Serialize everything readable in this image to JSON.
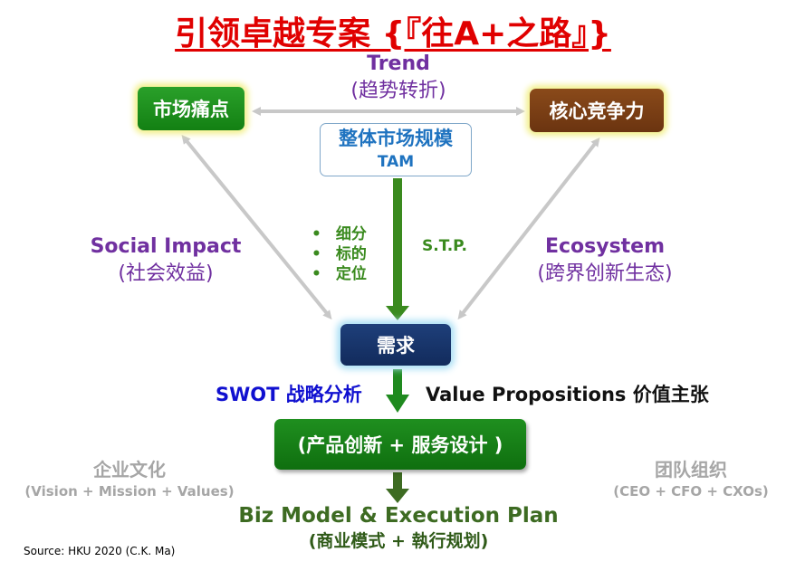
{
  "title": "引领卓越专案 {『往A+之路』}",
  "boxes": {
    "pain_points": "市场痛点",
    "core_competency": "核心竞争力",
    "market_size": "整体市场规模",
    "market_size_sub": "TAM",
    "demand": "需求",
    "product": "(产品创新  + 服务设计 )"
  },
  "trend": {
    "label": "Trend",
    "sub": "(趋势转折)"
  },
  "social_impact": {
    "label": "Social Impact",
    "sub": "(社会效益)"
  },
  "ecosystem": {
    "label": "Ecosystem",
    "sub": "(跨界创新生态)"
  },
  "stp": {
    "items": [
      "细分",
      "标的",
      "定位"
    ],
    "label": "S.T.P."
  },
  "swot": "SWOT 战略分析",
  "value_propositions": "Value Propositions 价值主张",
  "culture": {
    "label": "企业文化",
    "sub": "(Vision + Mission + Values)"
  },
  "team": {
    "label": "团队组织",
    "sub": "(CEO + CFO + CXOs)"
  },
  "biz_model": {
    "label": "Biz Model & Execution Plan",
    "sub": "(商业模式 + 執行规划)"
  },
  "source": "Source: HKU 2020  (C.K. Ma)",
  "colors": {
    "title": "#e00000",
    "pain_points_box": "#1a8f1a",
    "core_box": "#7a3e14",
    "demand_box": "#17336a",
    "purple_text": "#7030a0",
    "green_text": "#3a8a1e",
    "arrow_gray": "#c8c8c8",
    "arrow_green": "#3a8a1e"
  }
}
